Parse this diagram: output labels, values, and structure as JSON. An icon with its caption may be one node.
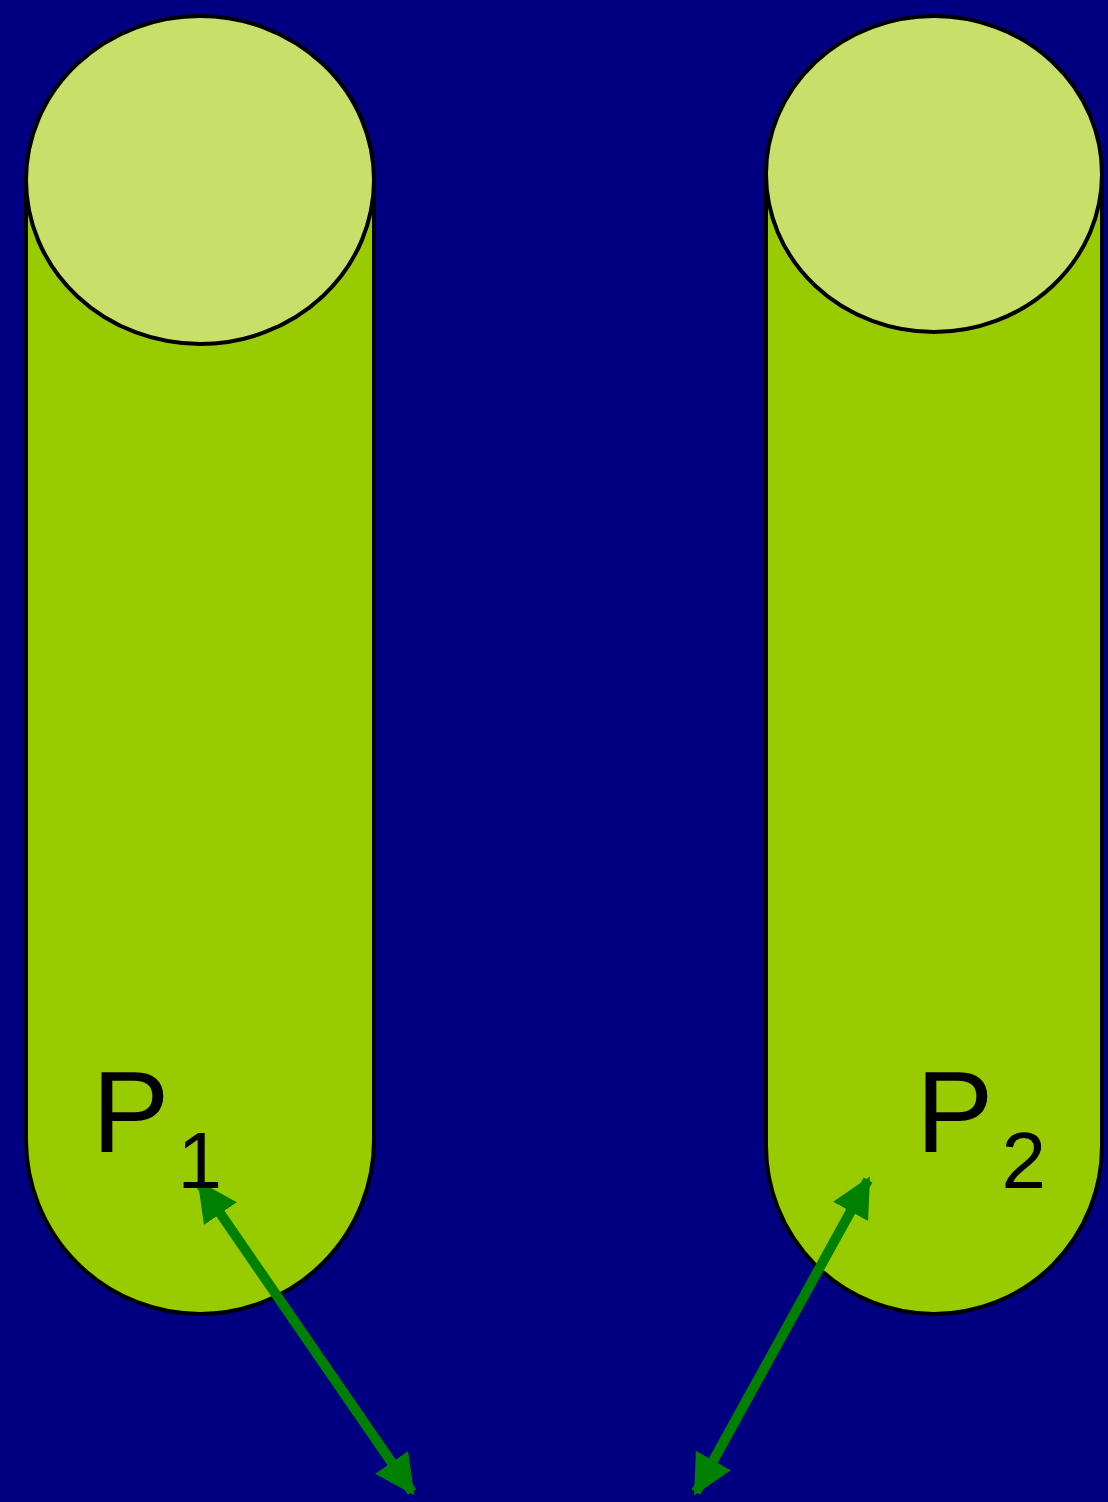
{
  "diagram": {
    "nodes": [
      {
        "text": [
          "P$_{1}$"
        ]
      },
      {
        "text": [
          "P$_{2}$"
        ]
      }
    ],
    "edges": [
      {
        "from": null,
        "to": 0,
        "arrow": "both"
      },
      {
        "from": null,
        "to": 1,
        "arrow": "both"
      }
    ]
  }
}
